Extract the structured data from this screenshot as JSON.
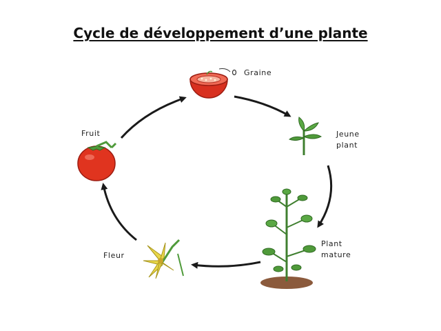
{
  "title": "Cycle de développement d’une plante",
  "stages": {
    "seed": "Graine",
    "young_plant_line1": "Jeune",
    "young_plant_line2": "plant",
    "mature_plant_line1": "Plant",
    "mature_plant_line2": "mature",
    "flower": "Fleur",
    "fruit": "Fruit"
  },
  "colors": {
    "arrow": "#1a1a1a",
    "tomato": "#e0341f",
    "leaf": "#4f9a3a",
    "soil": "#8b5a3c",
    "flower": "#e8d64a"
  }
}
